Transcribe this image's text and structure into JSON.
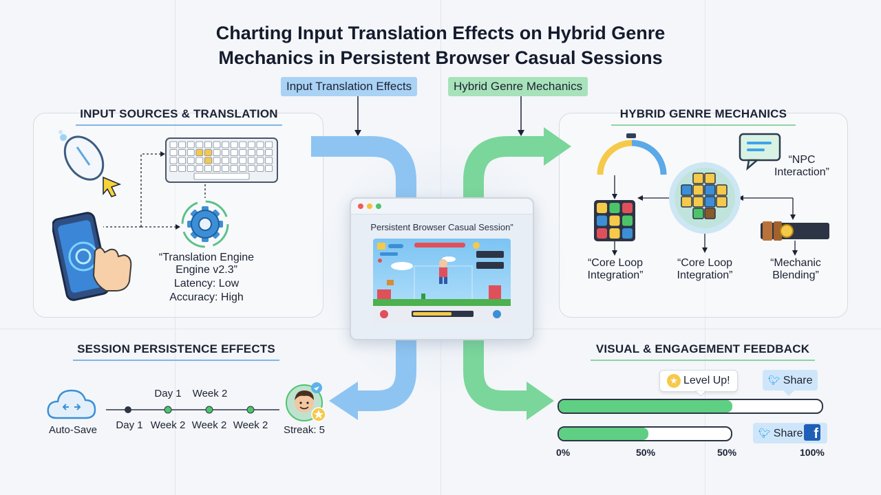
{
  "title": {
    "line1": "Charting Input Translation Effects on Hybrid Genre",
    "line2": "Mechanics in Persistent Browser Casual Sessions"
  },
  "tags": {
    "input": "Input Translation Effects",
    "hybrid": "Hybrid Genre Mechanics"
  },
  "input_panel": {
    "title": "INPUT SOURCES & TRANSLATION",
    "engine_line1": "“Translation Engine",
    "engine_line2": "Engine v2.3”",
    "latency": "Latency: Low",
    "accuracy": "Accuracy: High",
    "icons": [
      "mouse-icon",
      "keyboard-icon",
      "touchscreen-phone-icon",
      "gear-icon"
    ]
  },
  "hybrid_panel": {
    "title": "HYBRID GENRE MECHANICS",
    "npc_line1": "“NPC",
    "npc_line2": "Interaction”",
    "label_left_line1": "“Core Loop",
    "label_left_line2": "Integration”",
    "label_mid_line1": "“Core Loop",
    "label_mid_line2": "Integration”",
    "label_right_line1": "“Mechanic",
    "label_right_line2": "Blending”",
    "icons": [
      "timer-arc-icon",
      "chat-bubble-icon",
      "tile-grid-icon",
      "puzzle-block-icon",
      "inventory-bar-icon"
    ]
  },
  "browser": {
    "title": "Persistent Browser Casual Session”"
  },
  "session": {
    "title": "SESSION PERSISTENCE EFFECTS",
    "autosave": "Auto-Save",
    "upper_labels": [
      "Day 1",
      "Week 2"
    ],
    "timeline": [
      "Day 1",
      "Week 2",
      "Week 2",
      "Week 2"
    ],
    "streak": "Streak: 5",
    "icons": [
      "cloud-sync-icon",
      "avatar-icon",
      "star-badge-icon"
    ]
  },
  "feedback": {
    "title": "VISUAL & ENGAGEMENT FEEDBACK",
    "level_up": "Level Up!",
    "share_1": "Share",
    "share_2": "Share",
    "progress": [
      0.66,
      0.52
    ],
    "axis": [
      "0%",
      "50%",
      "50%",
      "100%"
    ],
    "icons": [
      "star-icon",
      "twitter-bird-icon",
      "facebook-icon"
    ]
  },
  "colors": {
    "blue_flow": "#8ec4f2",
    "green_flow": "#7ad69a",
    "accent_yellow": "#f5c94a",
    "accent_blue": "#3c8fd6"
  }
}
